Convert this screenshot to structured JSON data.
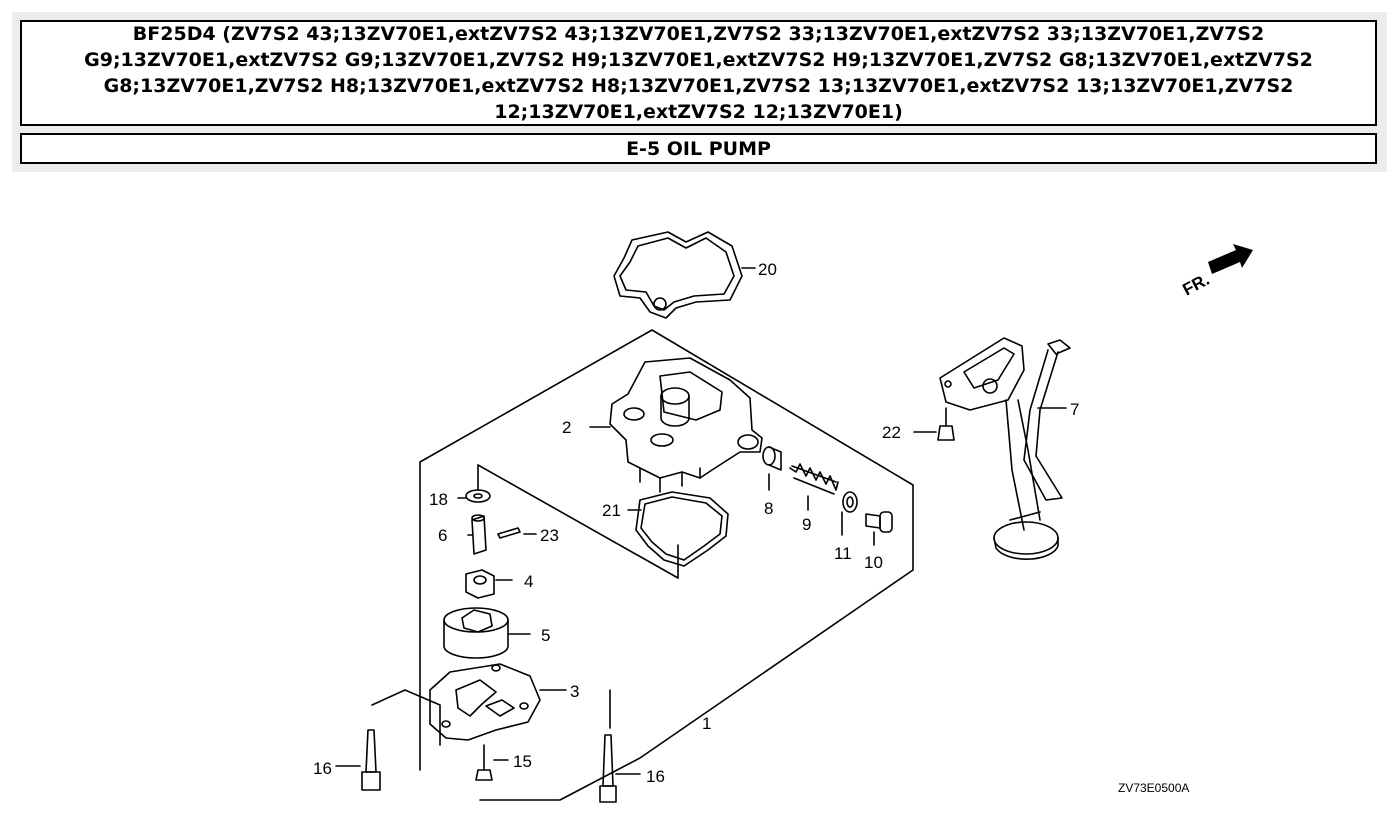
{
  "header": {
    "model_title": "BF25D4 (ZV7S2 43;13ZV70E1,extZV7S2 43;13ZV70E1,ZV7S2 33;13ZV70E1,extZV7S2 33;13ZV70E1,ZV7S2 G9;13ZV70E1,extZV7S2 G9;13ZV70E1,ZV7S2 H9;13ZV70E1,extZV7S2 H9;13ZV70E1,ZV7S2 G8;13ZV70E1,extZV7S2 G8;13ZV70E1,ZV7S2 H8;13ZV70E1,extZV7S2 H8;13ZV70E1,ZV7S2 13;13ZV70E1,extZV7S2 13;13ZV70E1,ZV7S2 12;13ZV70E1,extZV7S2 12;13ZV70E1)",
    "section_title": "E-5 OIL PUMP"
  },
  "diagram": {
    "front_marker": "FR.",
    "drawing_code": "ZV73E0500A",
    "callouts": {
      "c1": "1",
      "c2": "2",
      "c3": "3",
      "c4": "4",
      "c5": "5",
      "c6": "6",
      "c7": "7",
      "c8": "8",
      "c9": "9",
      "c10": "10",
      "c11": "11",
      "c15": "15",
      "c16a": "16",
      "c16b": "16",
      "c18": "18",
      "c20": "20",
      "c21": "21",
      "c22": "22",
      "c23": "23"
    }
  }
}
